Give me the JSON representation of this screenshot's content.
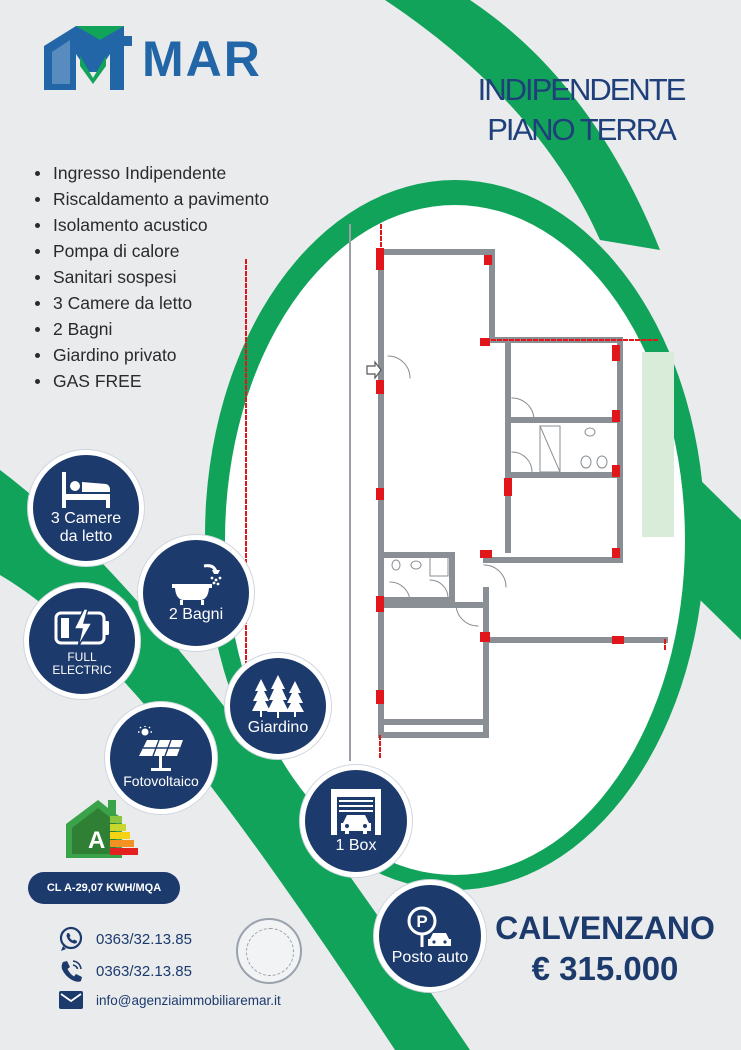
{
  "brand": {
    "name": "MAR",
    "color": "#2266a8"
  },
  "title": {
    "line1": "INDIPENDENTE",
    "line2": "PIANO TERRA"
  },
  "features": [
    "Ingresso Indipendente",
    "Riscaldamento a pavimento",
    "Isolamento acustico",
    "Pompa di calore",
    "Sanitari sospesi",
    "3 Camere da letto",
    "2 Bagni",
    "Giardino privato",
    "GAS FREE"
  ],
  "badges": {
    "bedrooms": {
      "line1": "3 Camere",
      "line2": "da letto",
      "icon": "bed-icon"
    },
    "bathrooms": {
      "label": "2 Bagni",
      "icon": "bathtub-icon"
    },
    "electric": {
      "line1": "FULL",
      "line2": "ELECTRIC",
      "icon": "battery-icon"
    },
    "garden": {
      "label": "Giardino",
      "icon": "trees-icon"
    },
    "solar": {
      "label": "Fotovoltaico",
      "icon": "solar-panel-icon"
    },
    "box": {
      "label": "1 Box",
      "icon": "garage-icon"
    },
    "parking": {
      "label": "Posto auto",
      "icon": "parking-icon"
    }
  },
  "energy": {
    "class_letter": "A",
    "label": "CL A-29,07 KWH/MQA"
  },
  "contacts": {
    "whatsapp": "0363/32.13.85",
    "phone": "0363/32.13.85",
    "email": "info@agenziaimmobiliaremar.it"
  },
  "listing": {
    "town": "CALVENZANO",
    "price": "€ 315.000"
  },
  "colors": {
    "green": "#11a35a",
    "navy": "#1d3a6d",
    "title_blue": "#1f3f7a",
    "wall_red": "#e0161b"
  }
}
